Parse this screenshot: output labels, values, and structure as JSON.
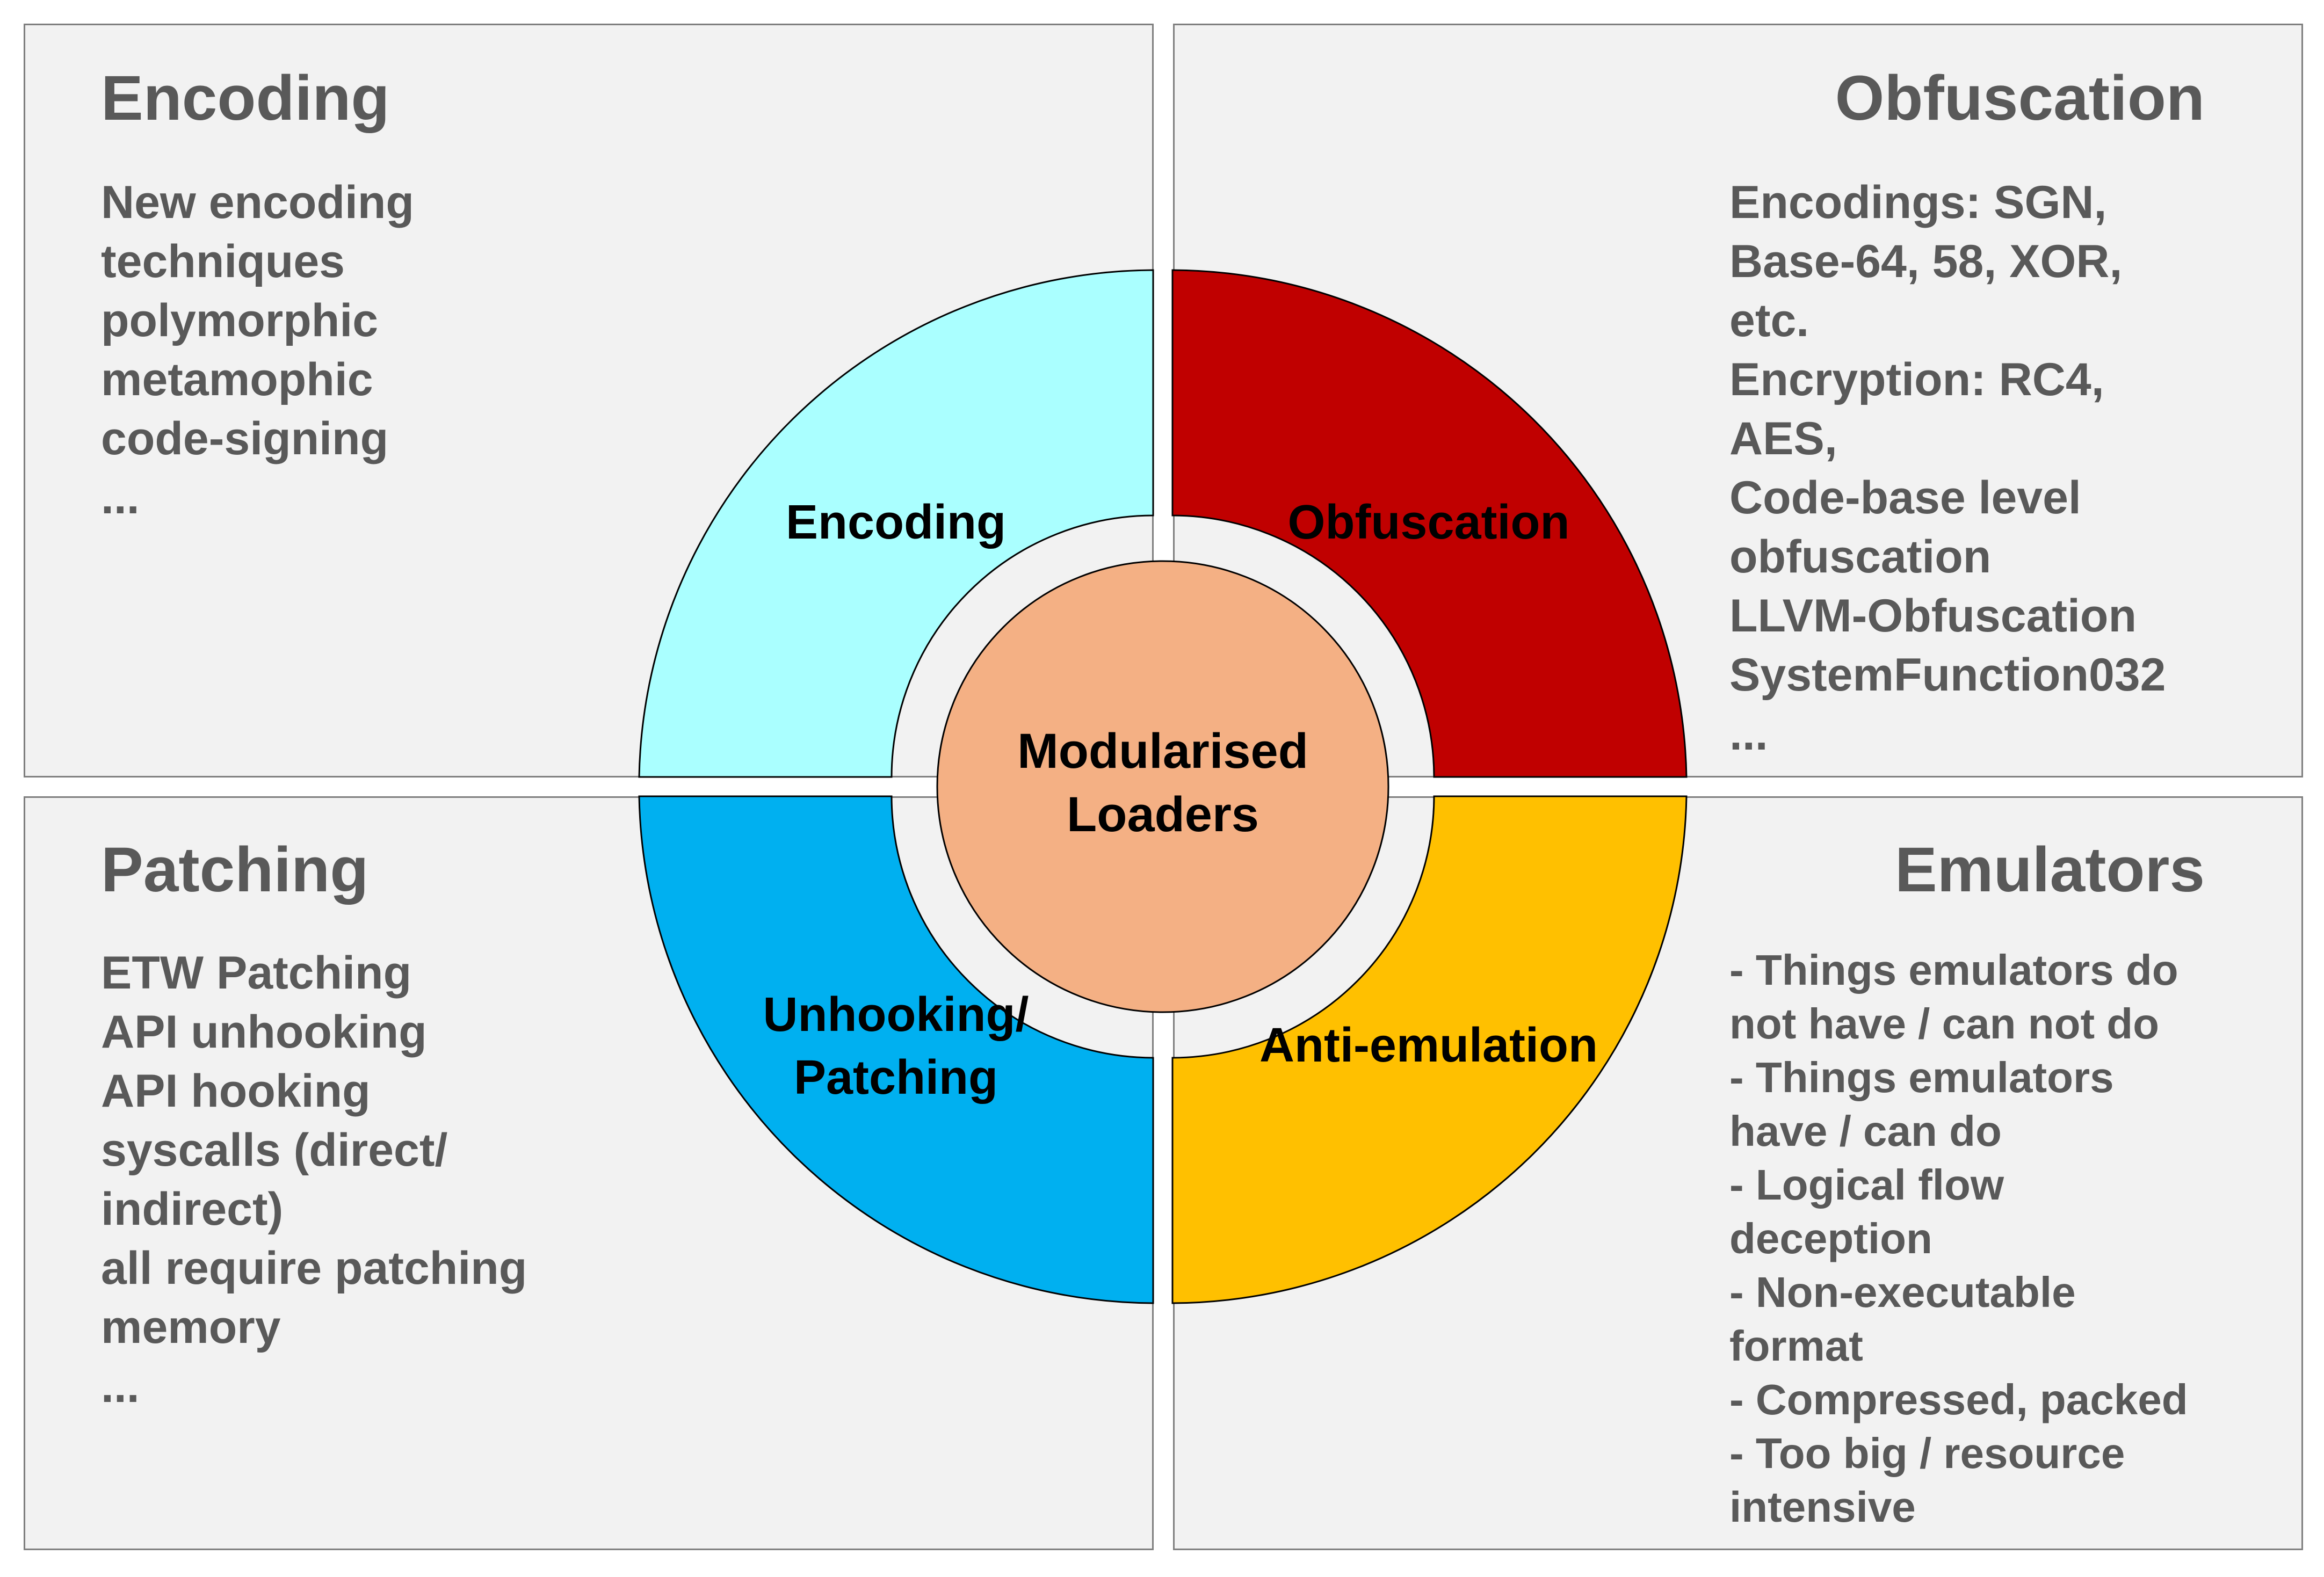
{
  "quadrants": {
    "top_left": {
      "title": "Encoding",
      "lines": [
        "New encoding",
        "techniques",
        "polymorphic",
        "metamophic",
        "code-signing",
        "..."
      ]
    },
    "top_right": {
      "title": "Obfuscation",
      "lines": [
        "Encodings: SGN,",
        "Base-64, 58, XOR,",
        "etc.",
        "Encryption: RC4,",
        "AES,",
        "Code-base level",
        "obfuscation",
        "LLVM-Obfuscation",
        "SystemFunction032",
        "..."
      ]
    },
    "bottom_left": {
      "title": "Patching",
      "lines": [
        "ETW Patching",
        "API unhooking",
        "API hooking",
        "syscalls (direct/",
        "indirect)",
        "all require patching",
        "memory",
        "..."
      ]
    },
    "bottom_right": {
      "title": "Emulators",
      "lines": [
        "- Things emulators do",
        "not have / can not do",
        "- Things emulators",
        "have / can do",
        "- Logical flow",
        "deception",
        "- Non-executable",
        "format",
        "- Compressed, packed",
        "- Too big / resource",
        "intensive"
      ]
    }
  },
  "wheel": {
    "center": {
      "line1": "Modularised",
      "line2": "Loaders",
      "color": "#f4b084"
    },
    "segments": {
      "encoding": {
        "label": "Encoding",
        "color": "#aaffff"
      },
      "obfuscation": {
        "label": "Obfuscation",
        "color": "#c00000"
      },
      "unhooking": {
        "line1": "Unhooking/",
        "line2": "Patching",
        "color": "#00b0f0"
      },
      "anti_emulation": {
        "label": "Anti-emulation",
        "color": "#ffc000"
      }
    }
  }
}
